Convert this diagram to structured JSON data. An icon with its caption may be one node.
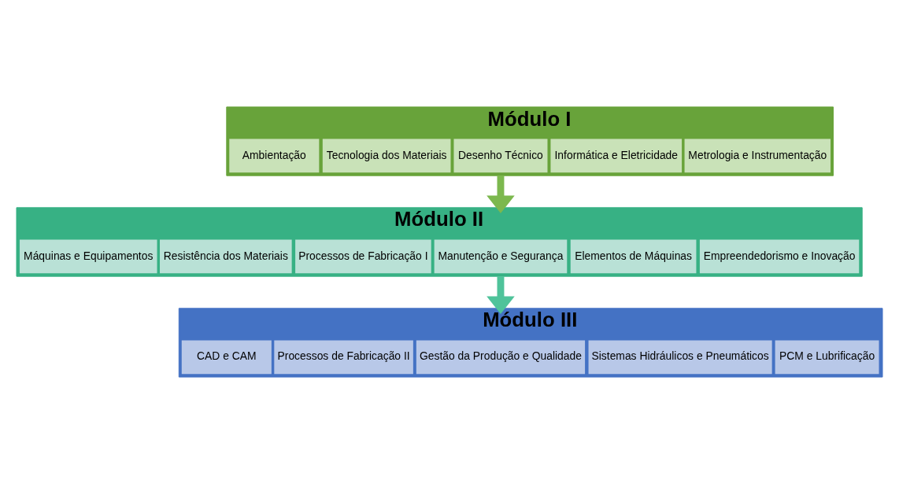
{
  "diagram": {
    "nodes": [
      {
        "text": [
          "Módulo I"
        ]
      },
      {
        "text": [
          "Ambientação"
        ],
        "in": 0
      },
      {
        "text": [
          "Tecnologia dos Materiais"
        ],
        "in": 0
      },
      {
        "text": [
          "Desenho Técnico"
        ],
        "in": 0
      },
      {
        "text": [
          "Informática e Eletricidade"
        ],
        "in": 0
      },
      {
        "text": [
          "Metrologia e Instrumentação"
        ],
        "in": 0
      },
      {
        "text": [
          "Módulo II"
        ]
      },
      {
        "text": [
          "Máquinas e Equipamentos"
        ],
        "in": 6
      },
      {
        "text": [
          "Resistência dos Materiais"
        ],
        "in": 6
      },
      {
        "text": [
          "Processos de Fabricação I"
        ],
        "in": 6
      },
      {
        "text": [
          "Manutenção e Segurança"
        ],
        "in": 6
      },
      {
        "text": [
          "Elementos de Máquinas"
        ],
        "in": 6
      },
      {
        "text": [
          "Empreendedorismo e Inovação"
        ],
        "in": 6
      },
      {
        "text": [
          "Módulo III"
        ]
      },
      {
        "text": [
          "CAD e CAM"
        ],
        "in": 13
      },
      {
        "text": [
          "Processos de Fabricação II"
        ],
        "in": 13
      },
      {
        "text": [
          "Gestão da Produção e Qualidade"
        ],
        "in": 13
      },
      {
        "text": [
          "Sistemas Hidráulicos e Pneumáticos"
        ],
        "in": 13
      },
      {
        "text": [
          "PCM e Lubrificação"
        ],
        "in": 13
      }
    ],
    "edges": [
      {
        "from": 0,
        "to": 6,
        "arrow": "to"
      },
      {
        "from": 6,
        "to": 13,
        "arrow": "to"
      }
    ]
  }
}
